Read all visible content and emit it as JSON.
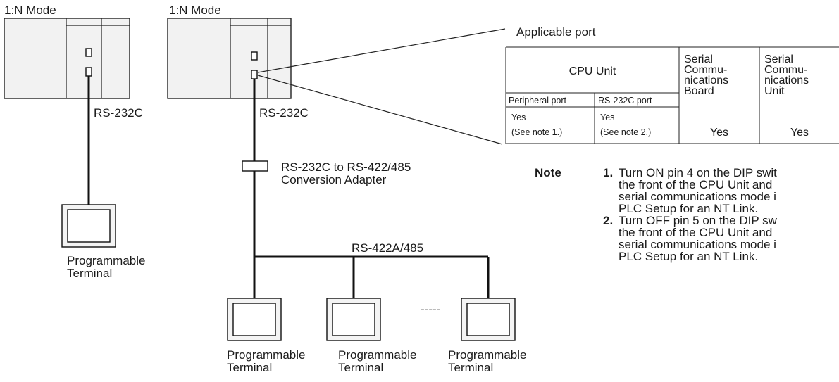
{
  "left_system": {
    "mode_label": "1:N Mode",
    "cable_label": "RS-232C",
    "terminal_label": [
      "Programmable",
      "Terminal"
    ]
  },
  "right_system": {
    "mode_label": "1:N Mode",
    "cable_label": "RS-232C",
    "adapter_label": [
      "RS-232C to RS-422/485",
      "Conversion Adapter"
    ],
    "bus_label": "RS-422A/485",
    "ellipsis": "-----",
    "terminals": [
      [
        "Programmable",
        "Terminal"
      ],
      [
        "Programmable",
        "Terminal"
      ],
      [
        "Programmable",
        "Terminal"
      ]
    ]
  },
  "port_table": {
    "caption": "Applicable port",
    "cpu_unit": "CPU Unit",
    "peripheral_port": "Peripheral port",
    "rs232c_port": "RS-232C port",
    "board_header": [
      "Serial",
      "Commu-",
      "nications",
      "Board"
    ],
    "unit_header": [
      "Serial",
      "Commu-",
      "nications",
      "Unit"
    ],
    "peripheral_value": [
      "Yes",
      "(See note 1.)"
    ],
    "rs232c_value": [
      "Yes",
      "(See note 2.)"
    ],
    "board_value": "Yes",
    "unit_value": "Yes"
  },
  "notes": {
    "title": "Note",
    "items": [
      {
        "num": "1.",
        "lines": [
          "Turn ON pin 4 on the DIP swit",
          "the front of the CPU Unit and",
          "serial communications mode i",
          "PLC Setup for an NT Link."
        ]
      },
      {
        "num": "2.",
        "lines": [
          "Turn OFF pin 5 on the DIP sw",
          "the front of the CPU Unit and",
          "serial communications mode i",
          "PLC Setup for an NT Link."
        ]
      }
    ]
  }
}
